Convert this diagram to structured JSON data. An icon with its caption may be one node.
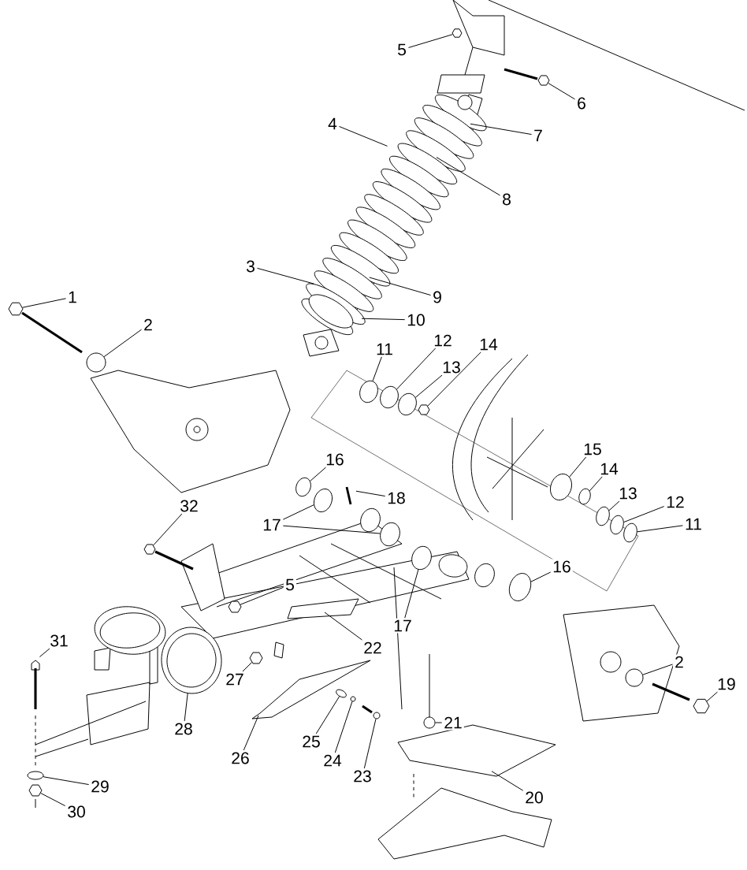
{
  "diagram": {
    "nodes": [
      {
        "text": [
          "5"
        ]
      },
      {
        "text": [
          "6"
        ]
      },
      {
        "text": [
          "4"
        ]
      },
      {
        "text": [
          "7"
        ]
      },
      {
        "text": [
          "8"
        ]
      },
      {
        "text": [
          "3"
        ]
      },
      {
        "text": [
          "9"
        ]
      },
      {
        "text": [
          "1"
        ]
      },
      {
        "text": [
          "2"
        ]
      },
      {
        "text": [
          "10"
        ]
      },
      {
        "text": [
          "11"
        ]
      },
      {
        "text": [
          "12"
        ]
      },
      {
        "text": [
          "13"
        ]
      },
      {
        "text": [
          "14"
        ]
      },
      {
        "text": [
          "15"
        ]
      },
      {
        "text": [
          "16"
        ]
      },
      {
        "text": [
          "14"
        ]
      },
      {
        "text": [
          "18"
        ]
      },
      {
        "text": [
          "13"
        ]
      },
      {
        "text": [
          "12"
        ]
      },
      {
        "text": [
          "17"
        ]
      },
      {
        "text": [
          "11"
        ]
      },
      {
        "text": [
          "32"
        ]
      },
      {
        "text": [
          "5"
        ]
      },
      {
        "text": [
          "16"
        ]
      },
      {
        "text": [
          "17"
        ]
      },
      {
        "text": [
          "31"
        ]
      },
      {
        "text": [
          "22"
        ]
      },
      {
        "text": [
          "2"
        ]
      },
      {
        "text": [
          "27"
        ]
      },
      {
        "text": [
          "19"
        ]
      },
      {
        "text": [
          "21"
        ]
      },
      {
        "text": [
          "28"
        ]
      },
      {
        "text": [
          "26"
        ]
      },
      {
        "text": [
          "25"
        ]
      },
      {
        "text": [
          "24"
        ]
      },
      {
        "text": [
          "23"
        ]
      },
      {
        "text": [
          "29"
        ]
      },
      {
        "text": [
          "20"
        ]
      },
      {
        "text": [
          "30"
        ]
      },
      {
        "text": [],
        "shape": "hexagon"
      },
      {
        "text": [],
        "shape": "hexagon"
      },
      {
        "text": [],
        "shape": "hexagon"
      },
      {
        "text": [],
        "shape": "circle"
      },
      {
        "text": [],
        "shape": "circle"
      },
      {
        "text": [],
        "shape": "circle"
      },
      {
        "text": [],
        "shape": "circle"
      },
      {
        "text": [],
        "shape": "hexagon"
      },
      {
        "text": [],
        "shape": "circle"
      },
      {
        "text": [],
        "shape": "circle"
      },
      {
        "text": [],
        "shape": "circle"
      },
      {
        "text": [],
        "shape": "circle"
      },
      {
        "text": [],
        "shape": "circle"
      },
      {
        "text": [],
        "shape": "circle"
      },
      {
        "text": [],
        "shape": "hexagon"
      },
      {
        "text": [],
        "shape": "hexagon"
      },
      {
        "text": [],
        "shape": "circle"
      },
      {
        "text": [],
        "shape": "hexagon"
      },
      {
        "text": [],
        "shape": "circle"
      },
      {
        "text": [],
        "shape": "circle"
      },
      {
        "text": [],
        "shape": "circle"
      },
      {
        "text": [],
        "shape": "circle"
      },
      {
        "text": [],
        "shape": "circle"
      },
      {
        "text": [],
        "shape": "circle"
      },
      {
        "text": [],
        "shape": "hexagon"
      },
      {
        "text": [],
        "shape": "circle"
      },
      {
        "text": [],
        "shape": "circle"
      },
      {
        "text": [],
        "shape": "box"
      },
      {
        "text": [],
        "shape": "box"
      },
      {
        "text": [],
        "shape": "hexagon"
      },
      {
        "text": [],
        "shape": "circle"
      },
      {
        "text": [],
        "shape": "circle"
      },
      {
        "text": [],
        "shape": "circle"
      },
      {
        "text": [],
        "shape": "circle"
      },
      {
        "text": [],
        "shape": "circle"
      }
    ],
    "edges": [
      {
        "from": 0,
        "to": 40,
        "arrow": "none"
      },
      {
        "from": 1,
        "to": 41,
        "arrow": "none"
      },
      {
        "from": 2,
        "to": null,
        "arrow": "none"
      },
      {
        "from": 3,
        "to": null,
        "arrow": "none"
      },
      {
        "from": 4,
        "to": null,
        "arrow": "none"
      },
      {
        "from": 5,
        "to": null,
        "arrow": "none"
      },
      {
        "from": 6,
        "to": null,
        "arrow": "none"
      },
      {
        "from": 7,
        "to": 42,
        "arrow": "none"
      },
      {
        "from": 8,
        "to": 43,
        "arrow": "none"
      },
      {
        "from": 9,
        "to": null,
        "arrow": "none"
      },
      {
        "from": 10,
        "to": 44,
        "arrow": "none"
      },
      {
        "from": 11,
        "to": 45,
        "arrow": "none"
      },
      {
        "from": 12,
        "to": 46,
        "arrow": "none"
      },
      {
        "from": 13,
        "to": 47,
        "arrow": "none"
      },
      {
        "from": 14,
        "to": 48,
        "arrow": "none"
      },
      {
        "from": 15,
        "to": 53,
        "arrow": "none"
      },
      {
        "from": 16,
        "to": 49,
        "arrow": "none"
      },
      {
        "from": 17,
        "to": null,
        "arrow": "none"
      },
      {
        "from": 18,
        "to": 50,
        "arrow": "none"
      },
      {
        "from": 19,
        "to": 51,
        "arrow": "none"
      },
      {
        "from": 20,
        "to": 59,
        "arrow": "none"
      },
      {
        "from": 20,
        "to": 60,
        "arrow": "none"
      },
      {
        "from": 21,
        "to": 52,
        "arrow": "none"
      },
      {
        "from": 22,
        "to": 69,
        "arrow": "none"
      },
      {
        "from": 23,
        "to": 55,
        "arrow": "none"
      },
      {
        "from": 24,
        "to": 61,
        "arrow": "none"
      },
      {
        "from": 25,
        "to": 62,
        "arrow": "none"
      },
      {
        "from": 26,
        "to": null,
        "arrow": "none"
      },
      {
        "from": 27,
        "to": 67,
        "arrow": "none"
      },
      {
        "from": 28,
        "to": 56,
        "arrow": "none"
      },
      {
        "from": 29,
        "to": 54,
        "arrow": "none"
      },
      {
        "from": 30,
        "to": 57,
        "arrow": "none"
      },
      {
        "from": 31,
        "to": 58,
        "arrow": "none"
      },
      {
        "from": 32,
        "to": 71,
        "arrow": "none"
      },
      {
        "from": 33,
        "to": 68,
        "arrow": "none"
      },
      {
        "from": 34,
        "to": 65,
        "arrow": "none"
      },
      {
        "from": 35,
        "to": 66,
        "arrow": "none"
      },
      {
        "from": 36,
        "to": 70,
        "arrow": "none"
      },
      {
        "from": 37,
        "to": 63,
        "arrow": "none"
      },
      {
        "from": 38,
        "to": null,
        "arrow": "none"
      },
      {
        "from": 39,
        "to": 64,
        "arrow": "none"
      }
    ]
  }
}
